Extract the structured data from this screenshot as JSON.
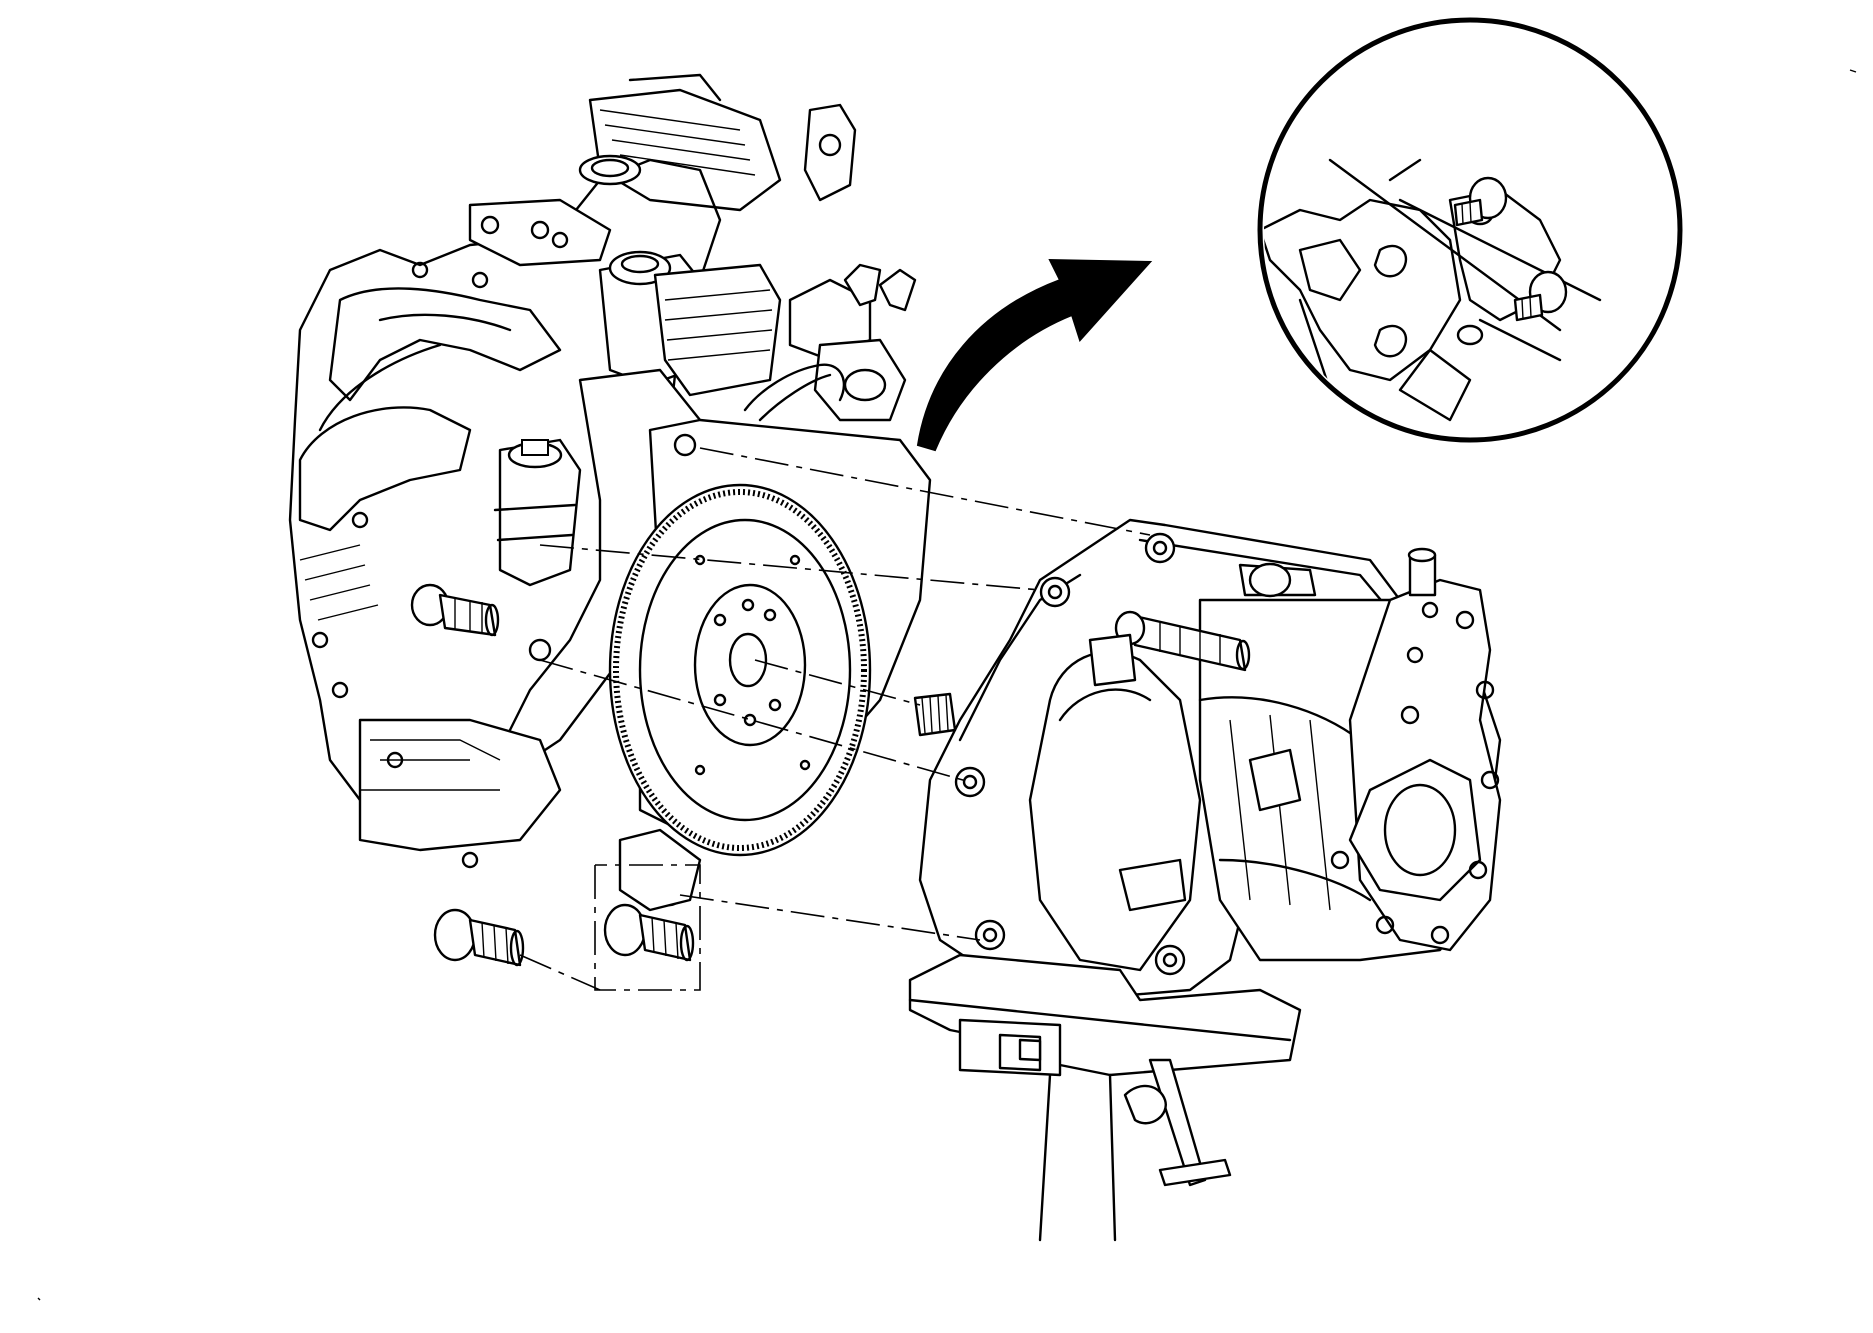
{
  "figure": {
    "components": [
      {
        "id": "engine",
        "icon": "engine-block-icon"
      },
      {
        "id": "flywheel",
        "icon": "flywheel-icon"
      },
      {
        "id": "transaxle",
        "icon": "manual-transaxle-icon"
      },
      {
        "id": "transmission-jack",
        "icon": "transmission-jack-icon"
      },
      {
        "id": "detail-callout",
        "icon": "magnified-bolt-detail-icon"
      },
      {
        "id": "callout-arrow",
        "icon": "curved-arrow-icon"
      }
    ],
    "colors": {
      "line": "#000000",
      "background": "#ffffff"
    }
  }
}
